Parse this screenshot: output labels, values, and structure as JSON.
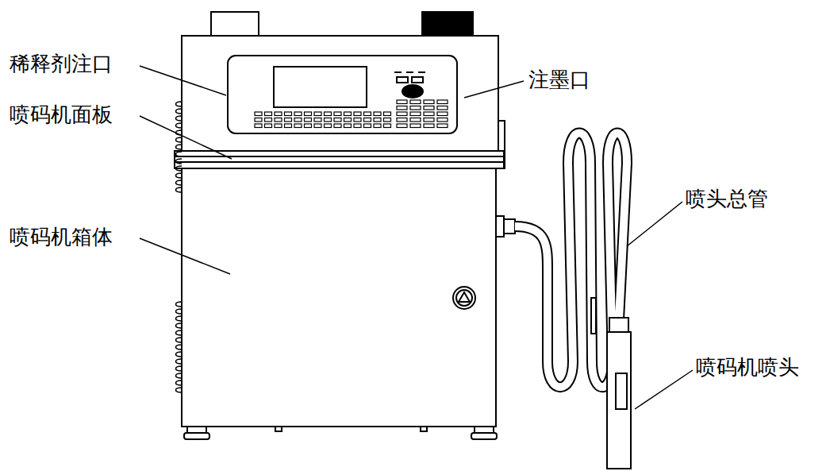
{
  "diagram": {
    "labels": [
      "稀释剂注口",
      "喷码机面板",
      "喷码机箱体",
      "注墨口",
      "喷头总管",
      "喷码机喷头"
    ]
  }
}
